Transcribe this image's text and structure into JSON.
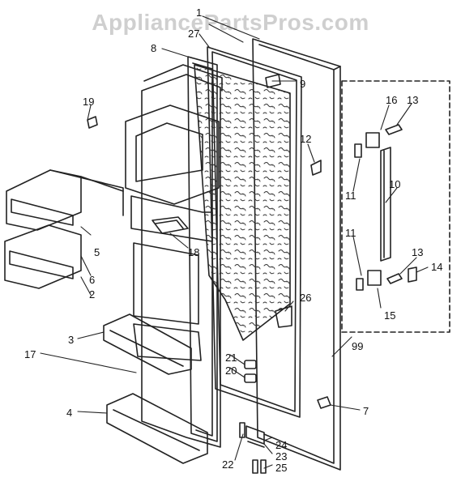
{
  "watermark": "AppliancePartsPros.com",
  "callouts": {
    "c1": "1",
    "c27": "27",
    "c8": "8",
    "c9": "9",
    "c19": "19",
    "c12": "12",
    "c16": "16",
    "c13a": "13",
    "c10": "10",
    "c11a": "11",
    "c11b": "11",
    "c13b": "13",
    "c14": "14",
    "c15": "15",
    "c5": "5",
    "c6": "6",
    "c2": "2",
    "c18": "18",
    "c26": "26",
    "c3": "3",
    "c17": "17",
    "c21": "21",
    "c20": "20",
    "c99": "99",
    "c7": "7",
    "c4": "4",
    "c24": "24",
    "c22": "22",
    "c23": "23",
    "c25": "25"
  }
}
